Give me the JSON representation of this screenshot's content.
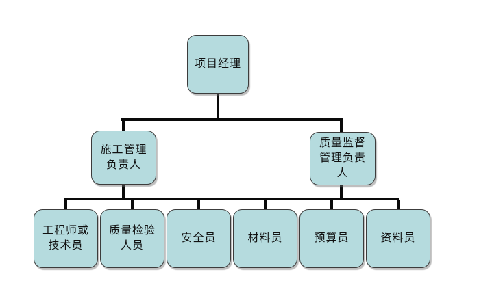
{
  "colors": {
    "node_fill": "#b5dbde",
    "node_border": "#3c3c3c",
    "connector": "#0a0a0a",
    "page_bg": "#ffffff"
  },
  "org_chart": {
    "root": {
      "label": "项目经理"
    },
    "level2": [
      {
        "label": "施工管理\n负责人"
      },
      {
        "label": "质量监督\n管理负责\n人"
      }
    ],
    "level3": [
      {
        "label": "工程师或\n技术员"
      },
      {
        "label": "质量检验\n人员"
      },
      {
        "label": "安全员"
      },
      {
        "label": "材料员"
      },
      {
        "label": "预算员"
      },
      {
        "label": "资料员"
      }
    ]
  }
}
